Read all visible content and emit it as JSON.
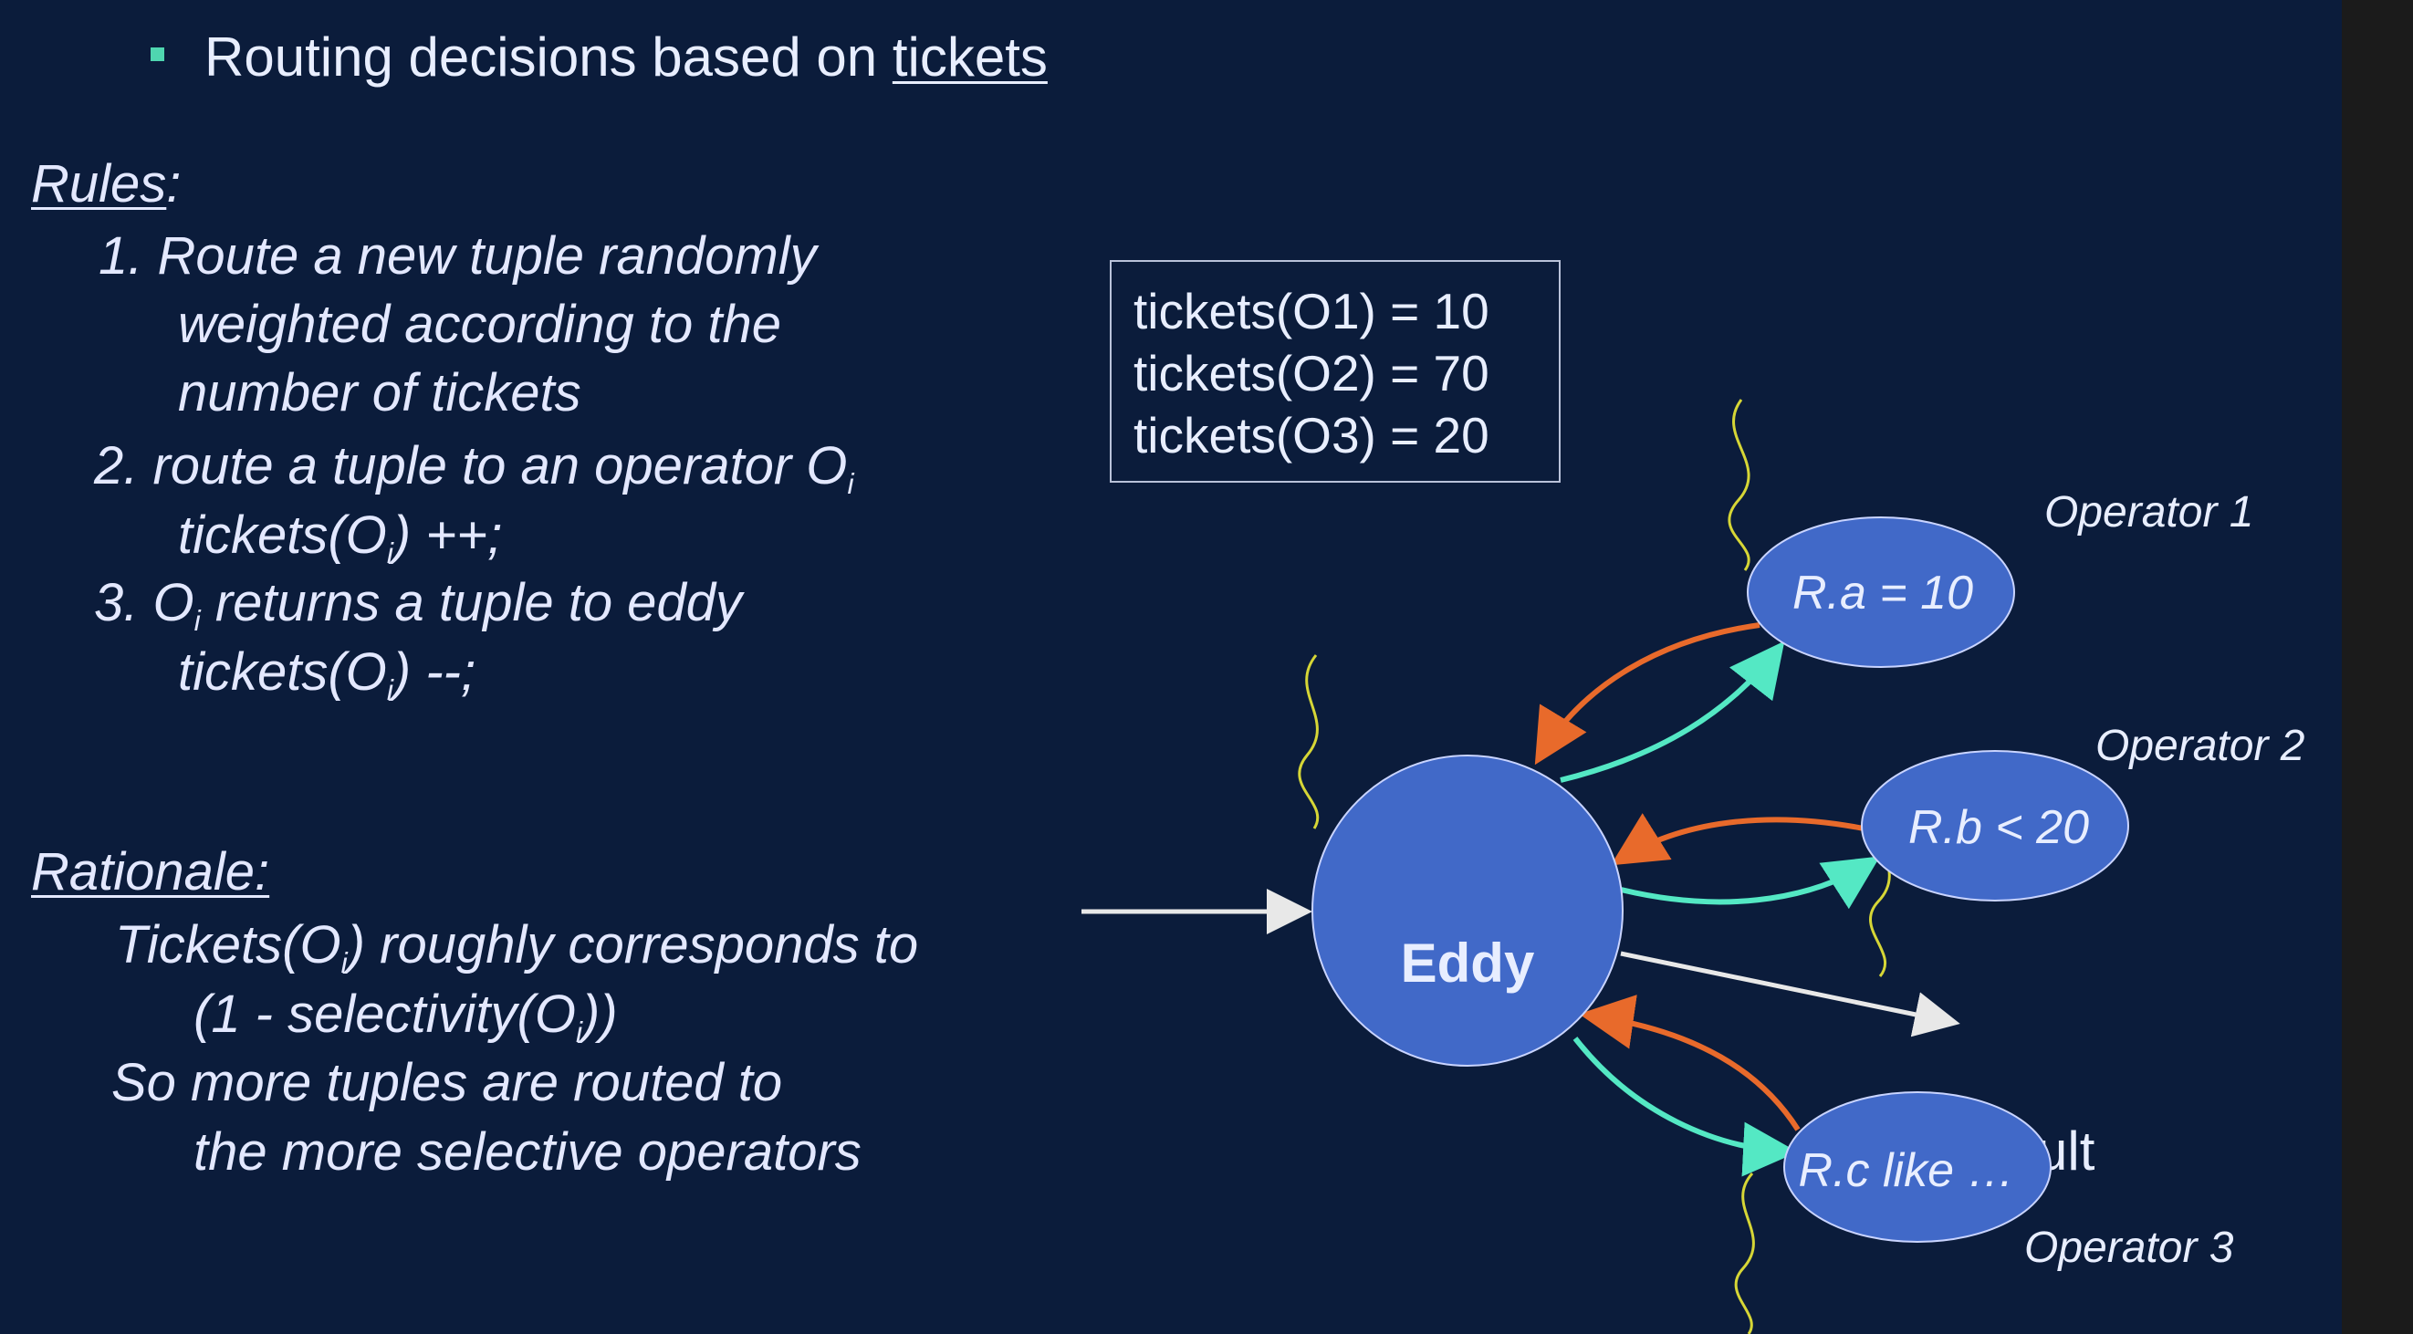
{
  "bullet": {
    "prefix": "Routing decisions based on ",
    "link": "tickets"
  },
  "rules": {
    "heading": "Rules",
    "colon": ":",
    "r1_l1": "1. Route a new tuple randomly",
    "r1_l2": "weighted according to the",
    "r1_l3": "number of tickets",
    "r2_l1": "2. route a tuple to an operator O",
    "r2_l1_sub": "i",
    "r2_l2_pre": "tickets(O",
    "r2_l2_sub": "i",
    "r2_l2_post": ") ++;",
    "r3_l1_pre": "3. O",
    "r3_l1_sub": "i",
    "r3_l1_post": " returns a tuple to eddy",
    "r3_l2_pre": "tickets(O",
    "r3_l2_sub": "i",
    "r3_l2_post": ") --;"
  },
  "rationale": {
    "heading": "Rationale:",
    "l1_pre": "Tickets(O",
    "l1_sub": "i",
    "l1_post": ") roughly corresponds to",
    "l2_pre": "(1 - selectivity(O",
    "l2_sub": "i",
    "l2_post": "))",
    "l3": "So more tuples are routed to",
    "l4": "the more selective operators"
  },
  "tickets_box": {
    "row1": "tickets(O1) = 10",
    "row2": "tickets(O2) = 70",
    "row3": "tickets(O3) = 20"
  },
  "diagram": {
    "eddy": "Eddy",
    "op1_label": "R.a = 10",
    "op2_label": "R.b < 20",
    "op3_label": "R.c like …",
    "op1_caption": "Operator 1",
    "op2_caption": "Operator 2",
    "op3_caption": "Operator 3",
    "result_fragment": "ult"
  },
  "colors": {
    "background": "#0b1c3b",
    "node_fill": "#4169c8",
    "to_operator_arrow": "#54e8c4",
    "return_arrow": "#e86a2b",
    "flow_arrow": "#e8e8e8",
    "squiggle": "#d6d636"
  }
}
